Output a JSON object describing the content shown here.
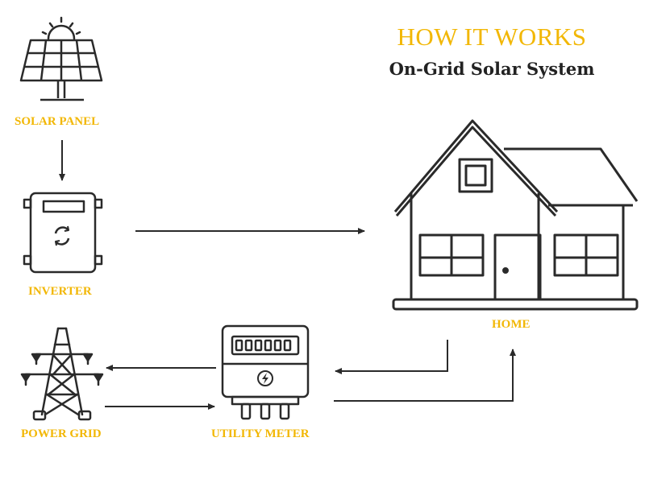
{
  "title": "HOW IT WORKS",
  "subtitle": "On-Grid Solar System",
  "labels": {
    "solar_panel": "SOLAR PANEL",
    "inverter": "INVERTER",
    "home": "HOME",
    "power_grid": "POWER GRID",
    "utility_meter": "UTILITY METER"
  },
  "colors": {
    "accent": "#F2B705",
    "ink": "#2a2a2a"
  },
  "icons": [
    "sun-icon",
    "solar-panel-icon",
    "inverter-icon",
    "house-icon",
    "power-tower-icon",
    "utility-meter-icon",
    "lightning-icon"
  ]
}
